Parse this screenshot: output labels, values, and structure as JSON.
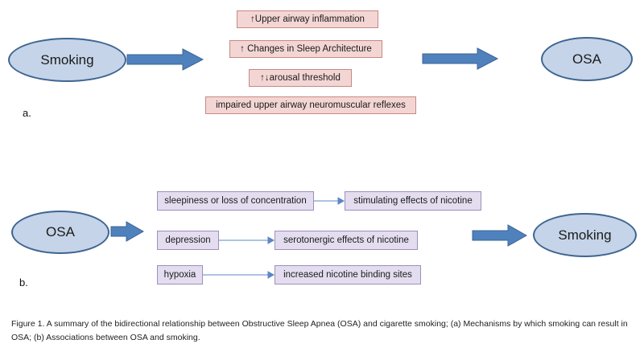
{
  "panel_a": {
    "source": "Smoking",
    "target": "OSA",
    "mechanisms": [
      "↑Upper airway inflammation",
      "↑ Changes in Sleep Architecture",
      "↑↓arousal threshold",
      "impaired upper airway neuromuscular reflexes"
    ],
    "label": "a."
  },
  "panel_b": {
    "source": "OSA",
    "target": "Smoking",
    "associations": [
      {
        "cause": "sleepiness or loss of concentration",
        "effect": "stimulating effects of nicotine"
      },
      {
        "cause": "depression",
        "effect": "serotonergic effects of nicotine"
      },
      {
        "cause": "hypoxia",
        "effect": "increased nicotine binding sites"
      }
    ],
    "label": "b."
  },
  "caption": "Figure 1. A summary of the bidirectional relationship between Obstructive Sleep Apnea (OSA) and cigarette smoking; (a) Mechanisms by which smoking can result in OSA; (b) Associations between OSA and smoking.",
  "colors": {
    "ellipse_fill": "#c5d4e8",
    "ellipse_border": "#3e6591",
    "arrow_fill": "#4f81bd",
    "mechanism_fill": "#f3d6d4",
    "association_fill": "#e3ddef",
    "connector": "#5b87c5"
  }
}
